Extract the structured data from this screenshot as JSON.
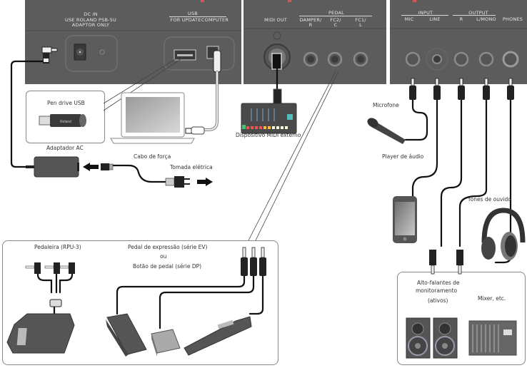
{
  "panels": {
    "left": {
      "dc_in": {
        "title": "DC IN",
        "line1": "USE ROLAND PSB-5U",
        "line2": "ADAPTOR ONLY"
      },
      "usb": {
        "title": "USB",
        "for_update": "FOR UPDATE",
        "computer": "COMPUTER"
      }
    },
    "middle": {
      "midi_out": "MIDI OUT",
      "pedal": {
        "title": "PEDAL",
        "jacks": [
          {
            "line1": "DAMPER/",
            "line2": "R"
          },
          {
            "line1": "FC2/",
            "line2": "C"
          },
          {
            "line1": "FC1/",
            "line2": "L"
          }
        ]
      }
    },
    "right": {
      "input": {
        "title": "INPUT",
        "jacks": [
          "MIC",
          "LINE"
        ]
      },
      "output": {
        "title": "OUTPUT",
        "jacks": [
          "R",
          "L/MONO"
        ]
      },
      "phones": "PHONES"
    }
  },
  "devices": {
    "usb_flash": {
      "label": "Pen drive USB",
      "brand": "Roland"
    },
    "ac_adapter": "Adaptador AC",
    "power_cord": "Cabo de força",
    "outlet": "Tomada elétrica",
    "midi_device": "Dispositivo MIDI externo",
    "microphone": "Microfone",
    "audio_player": "Player de áudio",
    "headphones": "fones de ouvido",
    "pedal_unit": "Pedaleira (RPU-3)",
    "expression_pedal": "Pedal de expressão (série EV)",
    "or": "ou",
    "pedal_switch": "Botão de pedal (série DP)",
    "monitors_line1": "Alto-falantes de",
    "monitors_line2": "monitoramento",
    "monitors_line3": "(ativos)",
    "mixer": "Mixer, etc."
  },
  "colors": {
    "panel": "#5c5c5c",
    "panel_text": "#e6e6e6",
    "cable": "#111111",
    "box_border": "#888888"
  }
}
